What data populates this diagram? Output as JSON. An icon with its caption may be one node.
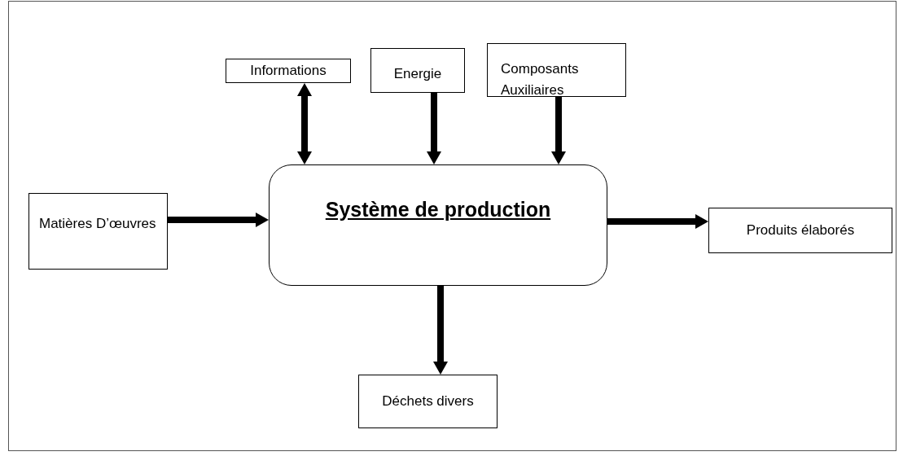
{
  "diagram": {
    "nodes": [
      {
        "text": [
          "Informations"
        ]
      },
      {
        "text": [
          "Energie"
        ]
      },
      {
        "text": [
          "Composants Auxiliaires"
        ]
      },
      {
        "text": [
          "Matières D’œuvres"
        ]
      },
      {
        "text": [
          "Système de production"
        ]
      },
      {
        "text": [
          "Produits élaborés"
        ]
      },
      {
        "text": [
          "Déchets divers"
        ]
      }
    ],
    "edges": [
      {
        "from": 0,
        "to": 4,
        "arrow": "both"
      },
      {
        "from": 1,
        "to": 4,
        "arrow": "to"
      },
      {
        "from": 2,
        "to": 4,
        "arrow": "to"
      },
      {
        "from": 3,
        "to": 4,
        "arrow": "to"
      },
      {
        "from": 4,
        "to": 5,
        "arrow": "to"
      },
      {
        "from": 4,
        "to": 6,
        "arrow": "to"
      }
    ]
  }
}
